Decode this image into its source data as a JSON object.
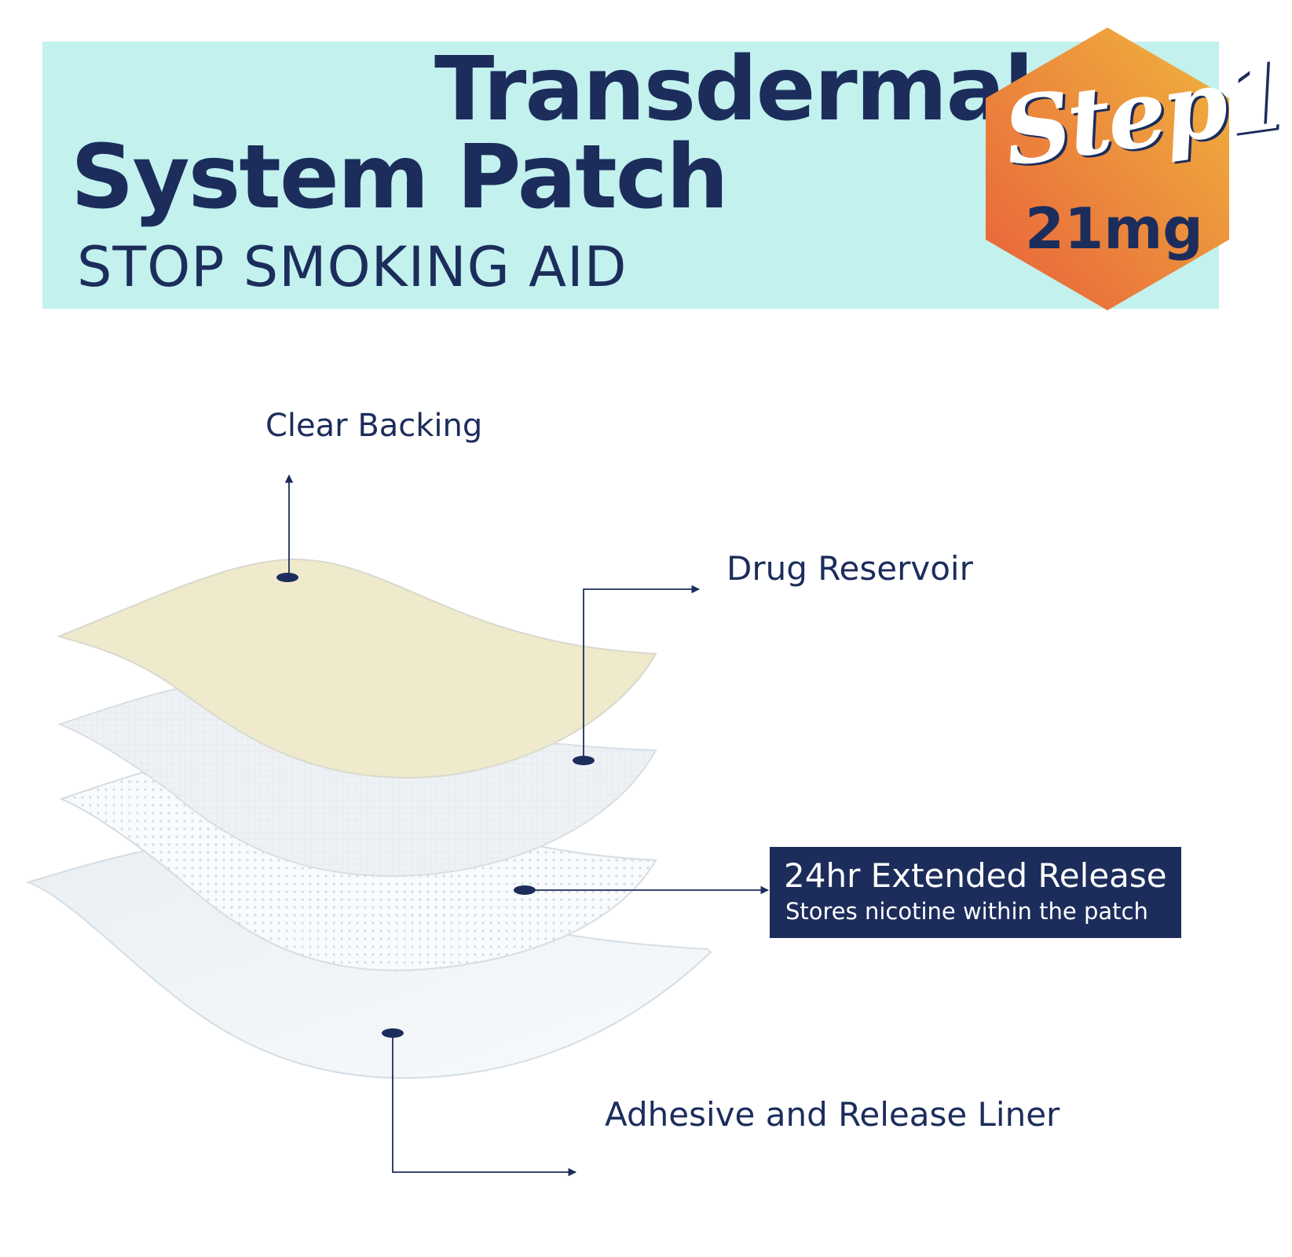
{
  "header": {
    "title_line1": "Transdermal",
    "title_line2": "System Patch",
    "subtitle": "STOP SMOKING AID"
  },
  "badge": {
    "step": "Step1",
    "dose": "21mg"
  },
  "layers": {
    "clear_backing": "Clear Backing",
    "drug_reservoir": "Drug Reservoir",
    "extended_release_title": "24hr Extended Release",
    "extended_release_desc": "Stores nicotine within the patch",
    "adhesive_liner": "Adhesive and Release Liner"
  },
  "colors": {
    "navy": "#1c2d5c",
    "banner_bg": "#c2f1ee",
    "badge_gradient": [
      "#e8603c",
      "#f0b63d"
    ],
    "backing_layer": "#efeacb"
  }
}
